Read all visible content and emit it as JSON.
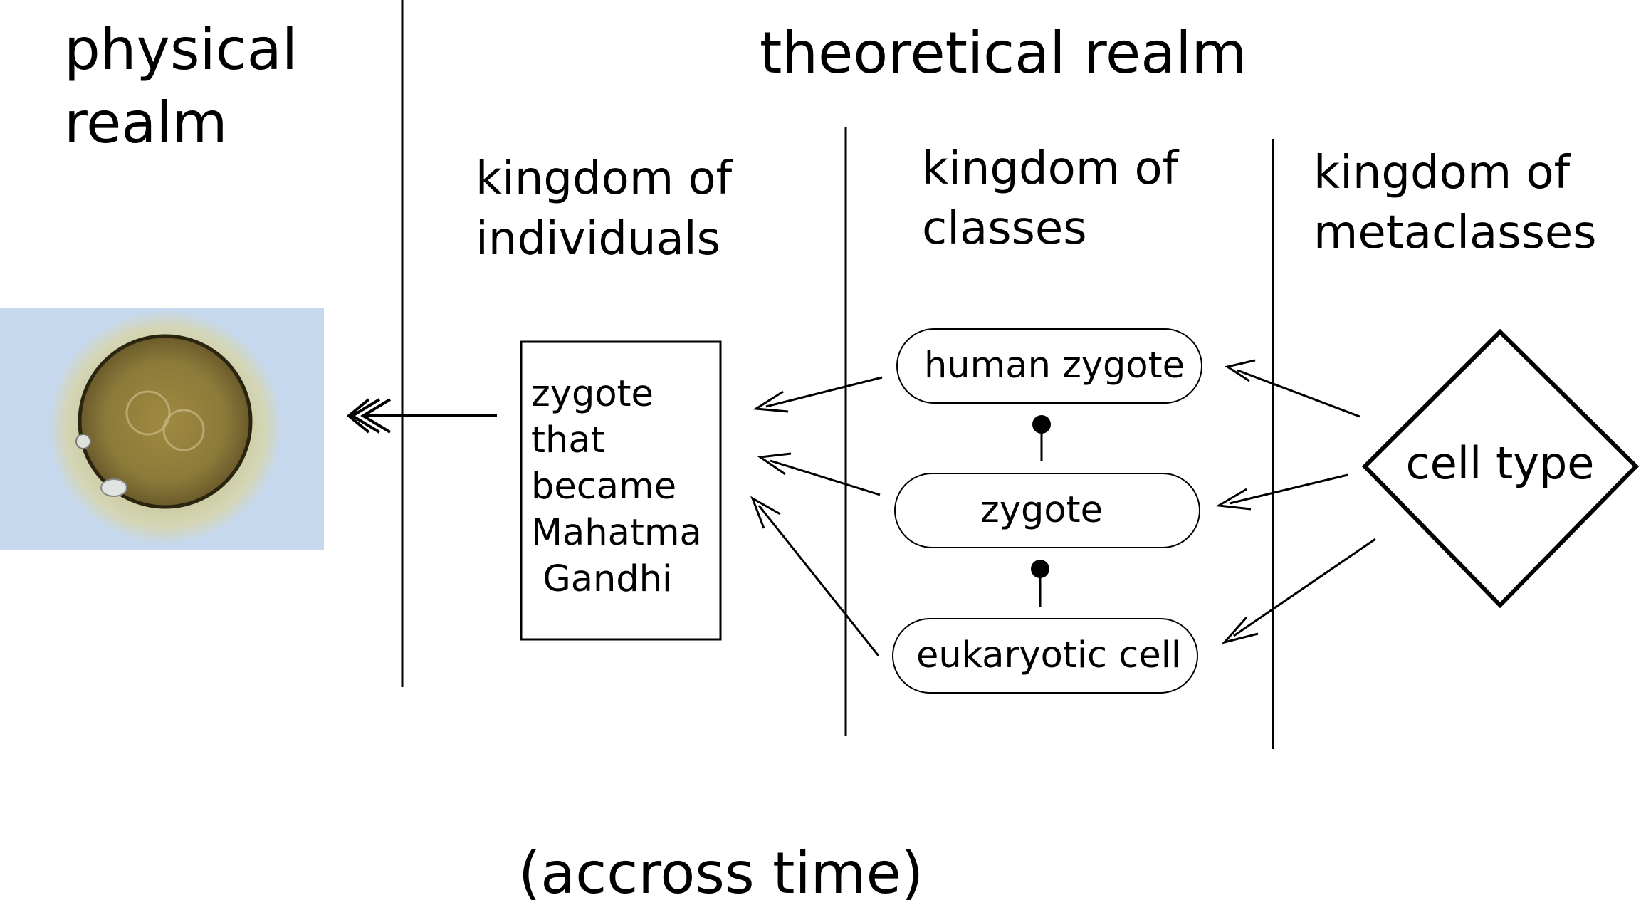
{
  "realms": {
    "physical": [
      "physical",
      "realm"
    ],
    "theoretical": "theoretical realm"
  },
  "kingdoms": {
    "individuals": [
      "kingdom of",
      "individuals"
    ],
    "classes": [
      "kingdom of",
      "classes"
    ],
    "metaclasses": [
      "kingdom of",
      "metaclasses"
    ]
  },
  "individual_box": [
    "zygote",
    "that",
    "became",
    "Mahatma",
    " Gandhi"
  ],
  "classes": {
    "human_zygote": "human zygote",
    "zygote": "zygote",
    "eukaryotic_cell": "eukaryotic cell"
  },
  "metaclass": "cell type",
  "footer": "(accross time)",
  "image": {
    "subject": "micrograph of a zygote cell",
    "background_color": "#c6d8ee"
  }
}
